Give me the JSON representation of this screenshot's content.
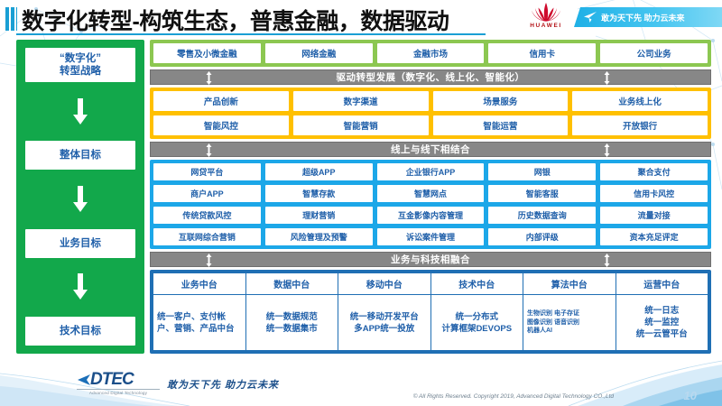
{
  "header": {
    "title": "数字化转型-构筑生态，普惠金融，数据驱动",
    "brand": "HUAWEI",
    "banner_text": "敢为天下先 助力云未来",
    "accent_color": "#1a9fd4"
  },
  "strategy": {
    "bg_color": "#12a84b",
    "items": [
      {
        "label": "“数字化”\n转型战略",
        "line1": "“数字化”",
        "line2": "转型战略"
      },
      {
        "label": "整体目标",
        "line1": "整体目标",
        "line2": ""
      },
      {
        "label": "业务目标",
        "line1": "业务目标",
        "line2": ""
      },
      {
        "label": "技术目标",
        "line1": "技术目标",
        "line2": ""
      }
    ]
  },
  "business_band": {
    "color": "#8cc751",
    "items": [
      "零售及小微金融",
      "网络金融",
      "金融市场",
      "信用卡",
      "公司业务"
    ]
  },
  "connector_1": {
    "label": "驱动转型发展（数字化、线上化、智能化）",
    "color": "#878787"
  },
  "transform_band": {
    "color": "#ffc000",
    "rows": [
      [
        "产品创新",
        "数字渠道",
        "场景服务",
        "业务线上化"
      ],
      [
        "智能风控",
        "智能营销",
        "智能运营",
        "开放银行"
      ]
    ]
  },
  "connector_2": {
    "label": "线上与线下相结合",
    "color": "#878787"
  },
  "channel_band": {
    "color": "#1ca7e8",
    "rows": [
      [
        "网贷平台",
        "超级APP",
        "企业银行APP",
        "网银",
        "聚合支付"
      ],
      [
        "商户APP",
        "智慧存款",
        "智慧网点",
        "智能客服",
        "信用卡风控"
      ],
      [
        "传统贷款风控",
        "理财营销",
        "互金影像内容管理",
        "历史数据查询",
        "流量对接"
      ],
      [
        "互联网综合营销",
        "风险管理及预警",
        "诉讼案件管理",
        "内部评级",
        "资本充足评定"
      ]
    ]
  },
  "connector_3": {
    "label": "业务与科技相融合",
    "color": "#878787"
  },
  "platform_band": {
    "color": "#1f6fb4",
    "columns": [
      {
        "title": "业务中台",
        "lines": [
          "统一客户、支付帐户、营销、产品中台"
        ],
        "style": "wrap"
      },
      {
        "title": "数据中台",
        "lines": [
          "统一数据规范",
          "统一数据集市"
        ],
        "style": "center"
      },
      {
        "title": "移动中台",
        "lines": [
          "统一移动开发平台",
          "多APP统一投放"
        ],
        "style": "center"
      },
      {
        "title": "技术中台",
        "lines": [
          "统一分布式",
          "计算框架DEVOPS"
        ],
        "style": "center"
      },
      {
        "title": "算法中台",
        "lines": [
          "生物识别 电子存证",
          "图像识别 语音识别",
          "机器人AI"
        ],
        "style": "tiny"
      },
      {
        "title": "运营中台",
        "lines": [
          "统一日志",
          "统一监控",
          "统一云管平台"
        ],
        "style": "center"
      }
    ]
  },
  "footer": {
    "logo_text": "DTEC",
    "logo_tagline": "Advanced Digital Technology",
    "slogan": "敢为天下先   助力云未来",
    "copyright": "© All Rights Reserved. Copyright 2019, Advanced Digital Technology CO.,Ltd",
    "page_number": "10"
  }
}
